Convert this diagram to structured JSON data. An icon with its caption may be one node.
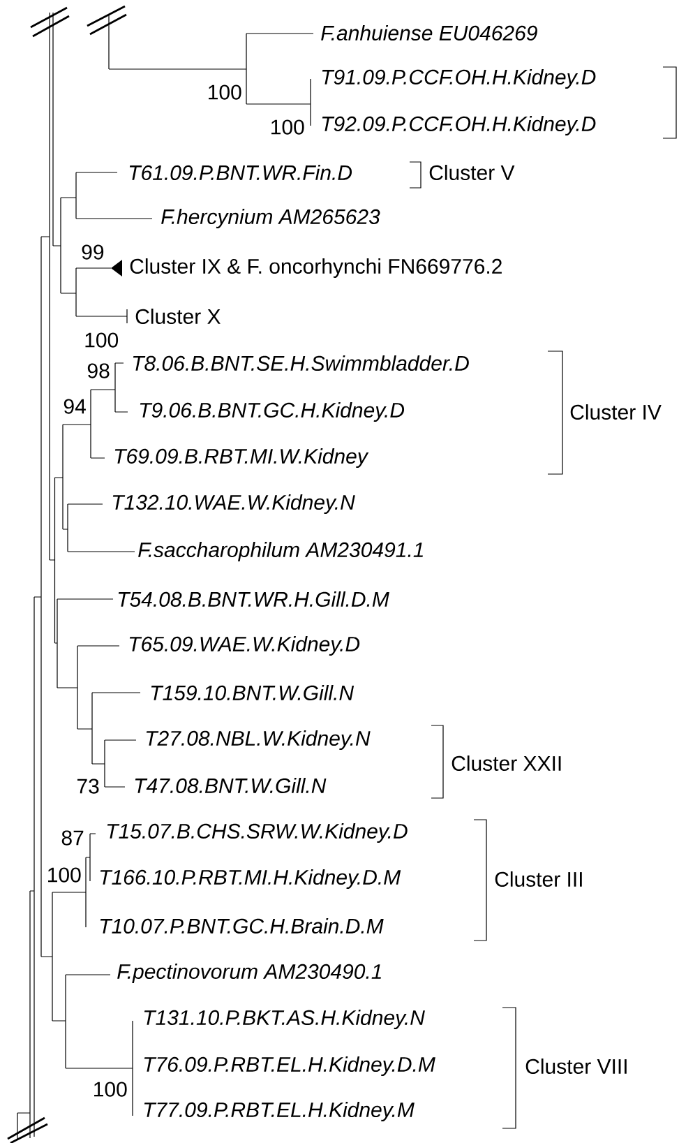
{
  "diagram": {
    "labels": [
      "F.anhuiense EU046269",
      "100",
      "T91.09.P.CCF.OH.H.Kidney.D",
      "100",
      "T92.09.P.CCF.OH.H.Kidney.D",
      "T61.09.P.BNT.WR.Fin.D",
      "Cluster V",
      "F.hercynium AM265623",
      "99",
      "Cluster IX & F. oncorhynchi FN669776.2",
      "Cluster X",
      "100",
      "98",
      "T8.06.B.BNT.SE.H.Swimmbladder.D",
      "94",
      "T9.06.B.BNT.GC.H.Kidney.D",
      "Cluster IV",
      "T69.09.B.RBT.MI.W.Kidney",
      "T132.10.WAE.W.Kidney.N",
      "F.saccharophilum AM230491.1",
      "T54.08.B.BNT.WR.H.Gill.D.M",
      "T65.09.WAE.W.Kidney.D",
      "T159.10.BNT.W.Gill.N",
      "T27.08.NBL.W.Kidney.N",
      "Cluster XXII",
      "73",
      "T47.08.BNT.W.Gill.N",
      "87",
      "T15.07.B.CHS.SRW.W.Kidney.D",
      "100",
      "T166.10.P.RBT.MI.H.Kidney.D.M",
      "Cluster III",
      "T10.07.P.BNT.GC.H.Brain.D.M",
      "F.pectinovorum AM230490.1",
      "T131.10.P.BKT.AS.H.Kidney.N",
      "T76.09.P.RBT.EL.H.Kidney.D.M",
      "Cluster VIII",
      "100",
      "T77.09.P.RBT.EL.H.Kidney.M"
    ]
  }
}
